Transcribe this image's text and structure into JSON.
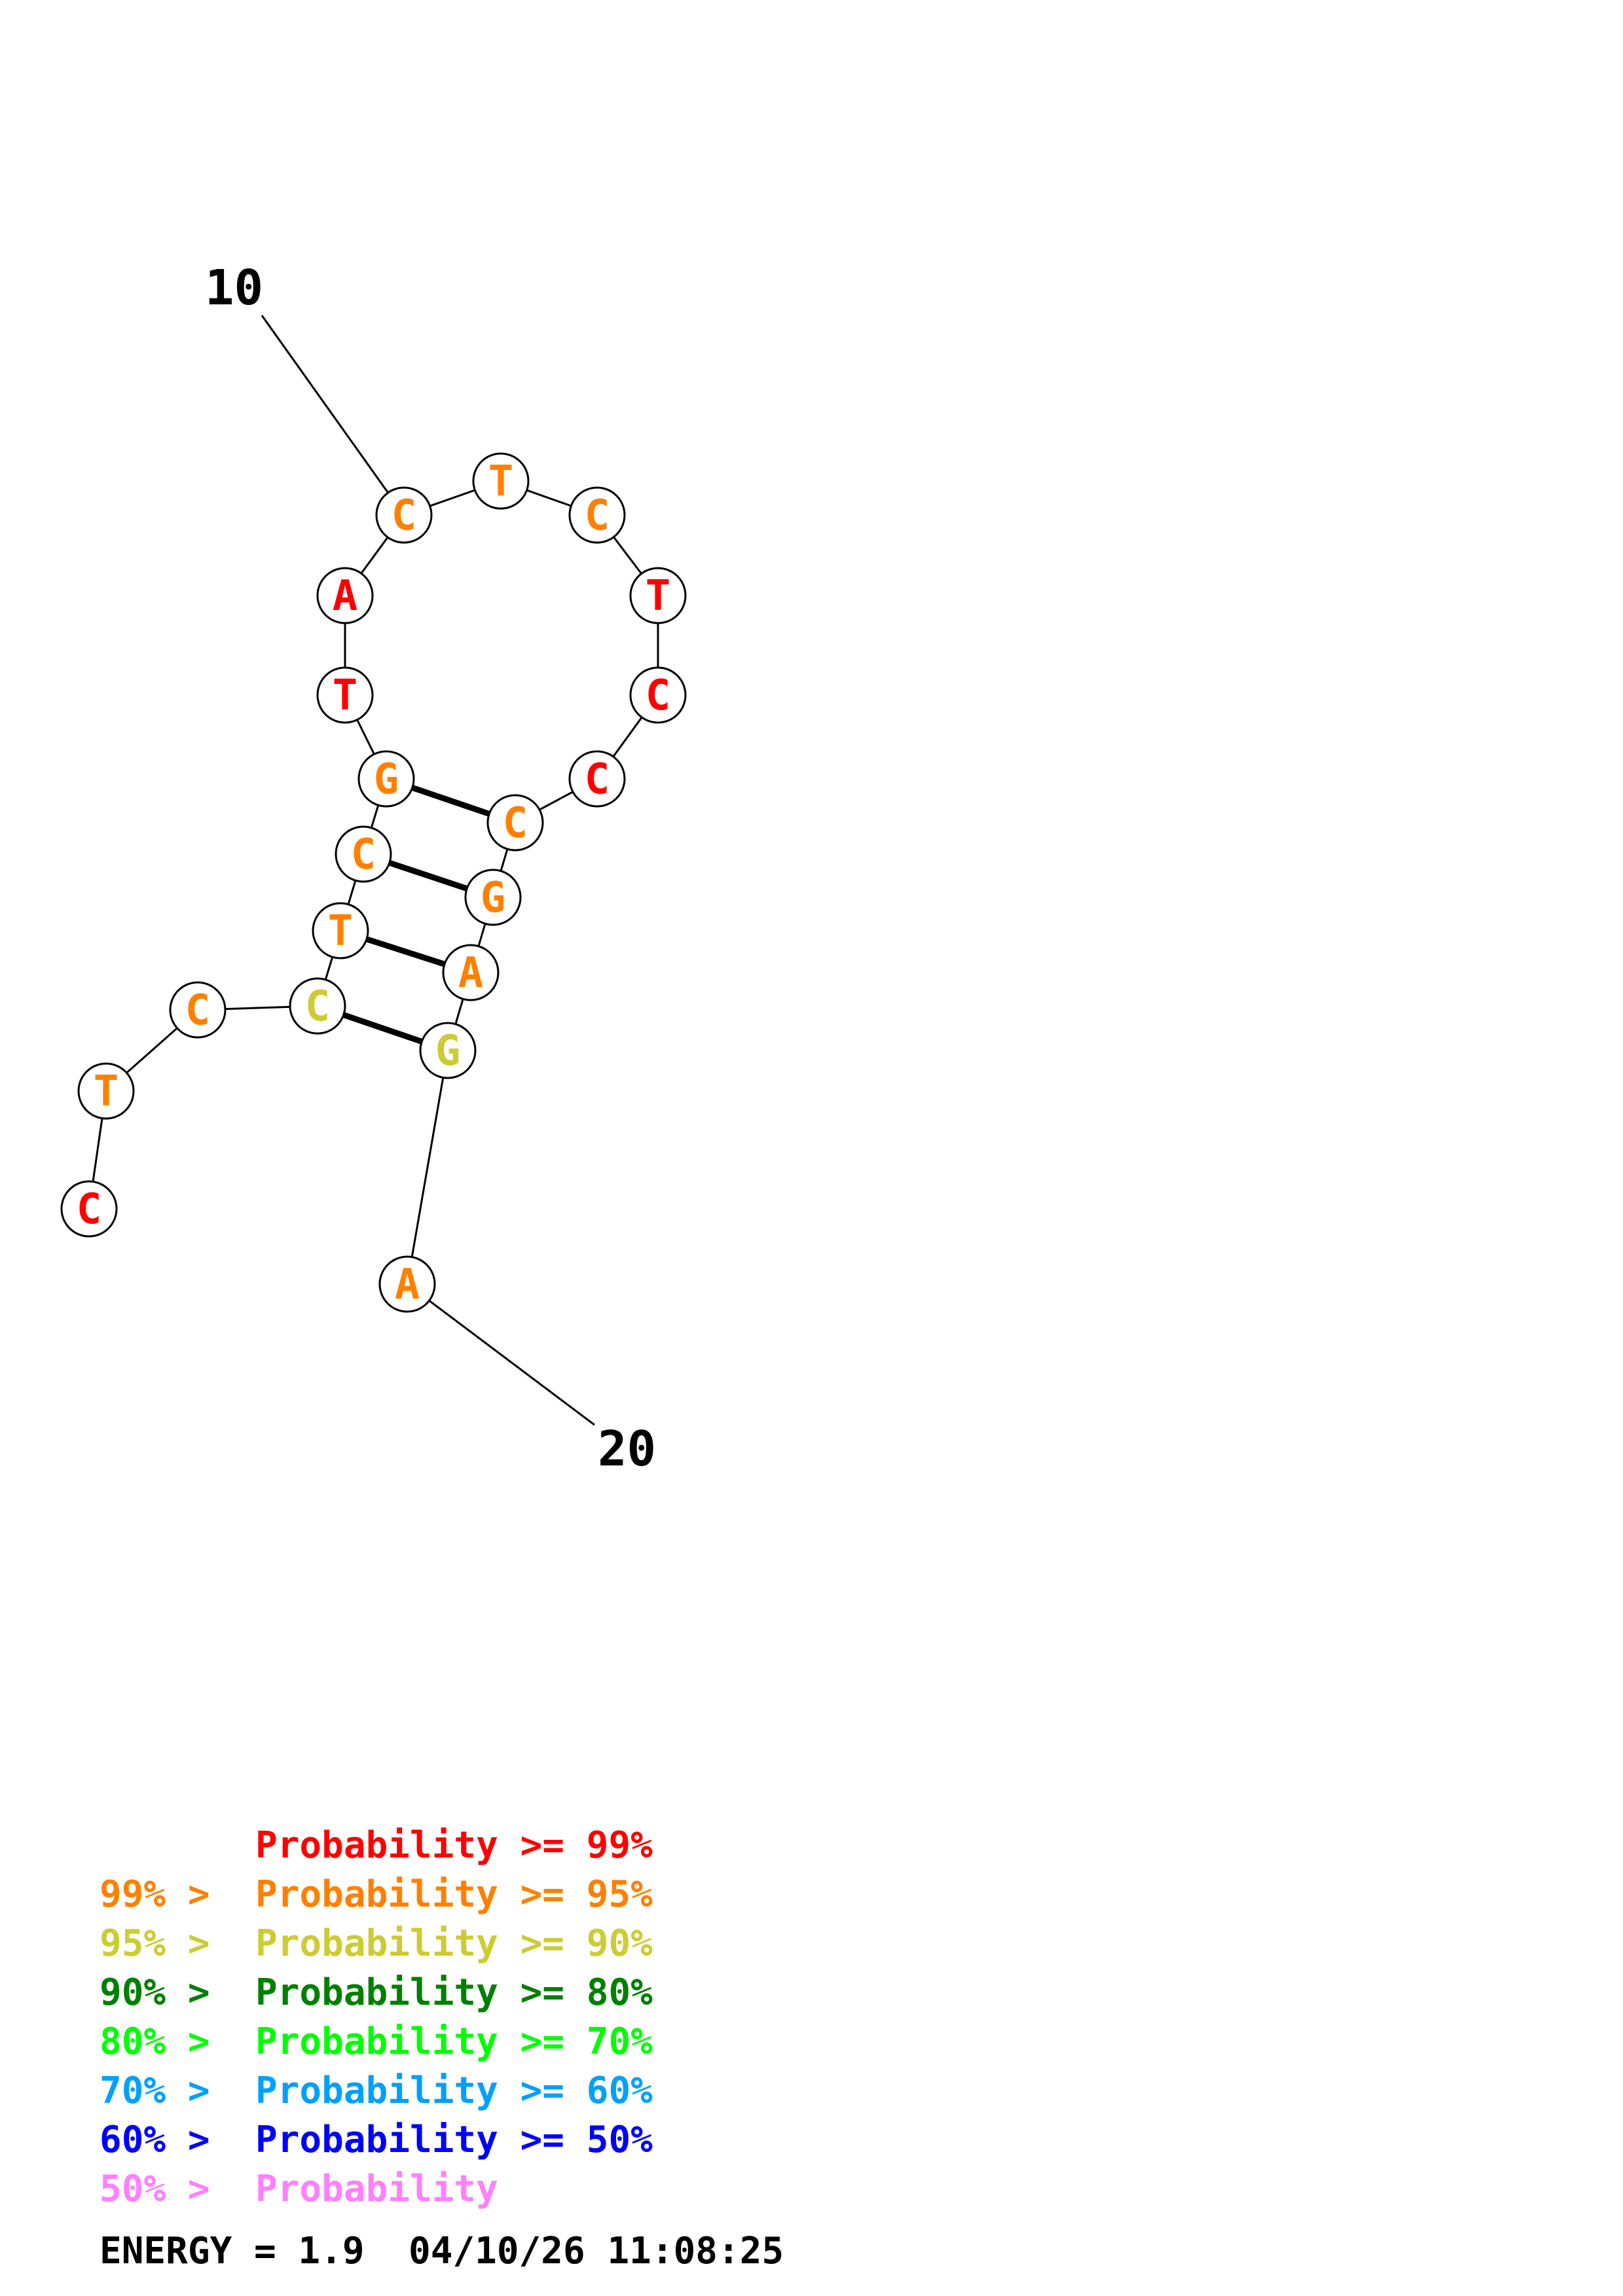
{
  "colors": {
    "p99": "#ff0000",
    "p95": "#ff8000",
    "p90": "#cccc33",
    "p80": "#008000",
    "p70": "#00ff00",
    "p60": "#00a0ff",
    "p50": "#0000ff",
    "plow": "#ff80ff",
    "line": "#000000"
  },
  "structure": {
    "position_labels": [
      "10",
      "20"
    ],
    "nucleotides": [
      {
        "base": "C",
        "color": "p99"
      },
      {
        "base": "T",
        "color": "p95"
      },
      {
        "base": "C",
        "color": "p95"
      },
      {
        "base": "C",
        "color": "p90"
      },
      {
        "base": "T",
        "color": "p95"
      },
      {
        "base": "C",
        "color": "p95"
      },
      {
        "base": "G",
        "color": "p95"
      },
      {
        "base": "T",
        "color": "p99"
      },
      {
        "base": "A",
        "color": "p99"
      },
      {
        "base": "C",
        "color": "p95"
      },
      {
        "base": "T",
        "color": "p95"
      },
      {
        "base": "C",
        "color": "p95"
      },
      {
        "base": "T",
        "color": "p99"
      },
      {
        "base": "C",
        "color": "p99"
      },
      {
        "base": "C",
        "color": "p99"
      },
      {
        "base": "C",
        "color": "p95"
      },
      {
        "base": "G",
        "color": "p95"
      },
      {
        "base": "A",
        "color": "p95"
      },
      {
        "base": "G",
        "color": "p90"
      },
      {
        "base": "A",
        "color": "p95"
      }
    ],
    "pairs": [
      [
        4,
        19
      ],
      [
        5,
        18
      ],
      [
        6,
        17
      ],
      [
        7,
        16
      ]
    ]
  },
  "legend": {
    "lines": [
      {
        "prefix": "",
        "text": "Probability >= 99%",
        "color": "p99"
      },
      {
        "prefix": "99% > ",
        "text": "Probability >= 95%",
        "color": "p95"
      },
      {
        "prefix": "95% > ",
        "text": "Probability >= 90%",
        "color": "p90"
      },
      {
        "prefix": "90% > ",
        "text": "Probability >= 80%",
        "color": "p80"
      },
      {
        "prefix": "80% > ",
        "text": "Probability >= 70%",
        "color": "p70"
      },
      {
        "prefix": "70% > ",
        "text": "Probability >= 60%",
        "color": "p60"
      },
      {
        "prefix": "60% > ",
        "text": "Probability >= 50%",
        "color": "p50"
      },
      {
        "prefix": "50% > ",
        "text": "Probability",
        "color": "plow"
      }
    ],
    "energy": "ENERGY = 1.9  04/10/26 11:08:25"
  }
}
